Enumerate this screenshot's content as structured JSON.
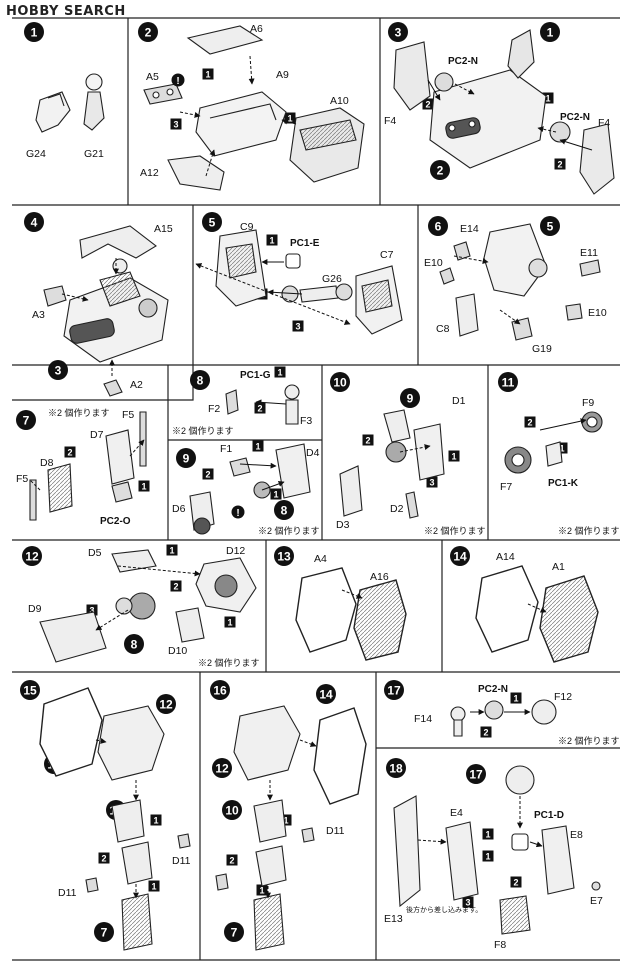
{
  "watermark": "HOBBY SEARCH",
  "labels": {
    "s1": [
      "G24",
      "G21"
    ],
    "s2": [
      "A6",
      "A5",
      "A9",
      "A10",
      "A12"
    ],
    "s3": [
      "PC2-N",
      "PC2-N",
      "F4",
      "F4"
    ],
    "s4": [
      "A15",
      "A3",
      "A2"
    ],
    "s5": [
      "C9",
      "PC1-E",
      "G26",
      "C7"
    ],
    "s6": [
      "E14",
      "E11",
      "E10",
      "E10",
      "C8",
      "G19"
    ],
    "s7": [
      "F5",
      "D7",
      "D8",
      "F5",
      "PC2-O"
    ],
    "s8": [
      "PC1-G",
      "F2",
      "F3"
    ],
    "s9": [
      "F1",
      "D4",
      "D6"
    ],
    "s10": [
      "D1",
      "D3",
      "D2"
    ],
    "s11": [
      "F9",
      "F7",
      "PC1-K"
    ],
    "s12": [
      "D5",
      "D12",
      "D9",
      "D10"
    ],
    "s13": [
      "A4",
      "A16"
    ],
    "s14": [
      "A14",
      "A1"
    ],
    "s16": [
      "D11"
    ],
    "s15": [
      "D11",
      "D11"
    ],
    "s17": [
      "PC2-N",
      "F12",
      "F14"
    ],
    "s18": [
      "E4",
      "PC1-D",
      "E8",
      "E13",
      "E7",
      "F8"
    ]
  },
  "notes": {
    "make_two": "※2 個作ります",
    "insert_from_back": "後方から差し込みます。"
  }
}
